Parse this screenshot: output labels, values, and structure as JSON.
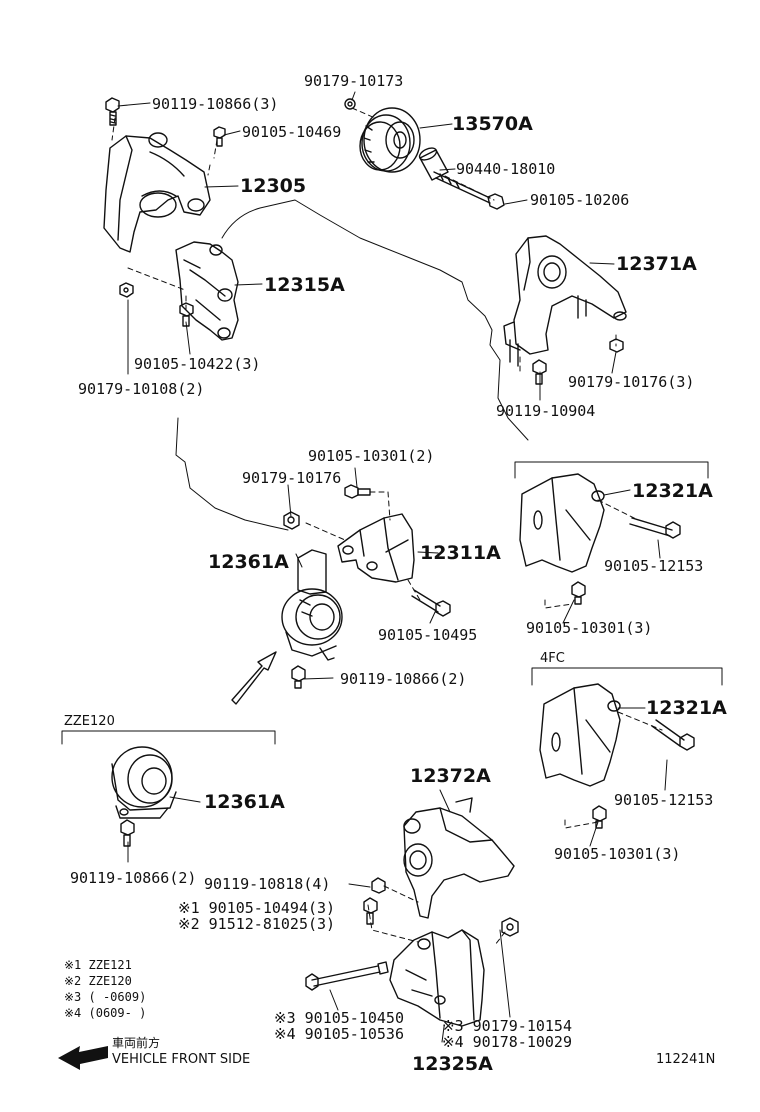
{
  "diagram": {
    "parts": {
      "p1": "90179-10173",
      "p2": "90119-10866(3)",
      "p3": "13570A",
      "p4": "90105-10469",
      "p5": "90440-18010",
      "p6": "12305",
      "p7": "90105-10206",
      "p8": "12371A",
      "p9": "12315A",
      "p10": "90105-10422(3)",
      "p11": "90179-10108(2)",
      "p12": "90179-10176(3)",
      "p13": "90119-10904",
      "p14": "90105-10301(2)",
      "p15": "90179-10176",
      "p16": "12321A",
      "p17": "12361A",
      "p18": "12311A",
      "p19": "90105-12153",
      "p20": "90105-10495",
      "p21": "90105-10301(3)",
      "p22": "90119-10866(2)",
      "p23": "12321A",
      "p24": "12361A",
      "p25": "90105-12153",
      "p26": "90119-10866(2)",
      "p27": "90105-10301(3)",
      "p28": "12372A",
      "p29": "90119-10818(4)",
      "p30": "※1 90105-10494(3)",
      "p31": "※2 91512-81025(3)",
      "p32": "※3 90105-10450",
      "p33": "※4 90105-10536",
      "p34": "※3 90179-10154",
      "p35": "※4 90178-10029",
      "p36": "12325A"
    },
    "groups": {
      "zze120": "ZZE120",
      "fc4": "4FC"
    },
    "notes": [
      "※1  ZZE121",
      "※2  ZZE120",
      "※3  (      -0609)",
      "※4  (0609-      )"
    ],
    "front": {
      "jp": "車両前方",
      "en": "VEHICLE FRONT SIDE"
    },
    "code": "112241N"
  }
}
